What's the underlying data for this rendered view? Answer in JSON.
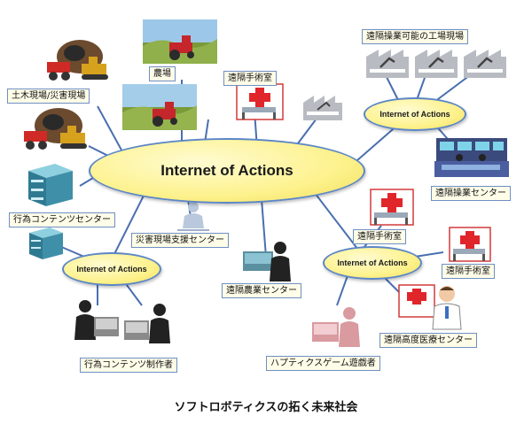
{
  "hubs": {
    "main": "Internet of Actions",
    "upper_right": "Internet of Actions",
    "left": "Internet of Actions",
    "lower_right": "Internet of Actions"
  },
  "labels": {
    "factory": "遠隔操業可能の工場現場",
    "farm": "農場",
    "surgery_top": "遠隔手術室",
    "civil": "土木現場/災害現場",
    "content_center": "行為コンテンツセンター",
    "disaster_center": "災害現場支援センター",
    "remote_ops_center": "遠隔操業センター",
    "surgery_mid": "遠隔手術室",
    "surgery_right": "遠隔手術室",
    "farm_center": "遠隔農業センター",
    "medical_center": "遠隔高度医療センター",
    "content_creator": "行為コンテンツ制作者",
    "haptic_gamer": "ハプティクスゲーム遊戯者"
  },
  "caption": "ソフトロボティクスの拓く未来社会",
  "colors": {
    "link": "#4a6fb0",
    "hub_fill": "#fdf28e",
    "hub_border": "#5b86c6",
    "label_fill": "#fffde8",
    "hospital_cross": "#e0262b",
    "machinery": "#d6a21e",
    "server": "#3f8fa8",
    "operator_dark": "#222222",
    "operator_gamer": "#d99aa0",
    "operator_farm": "#5a8fa0"
  }
}
